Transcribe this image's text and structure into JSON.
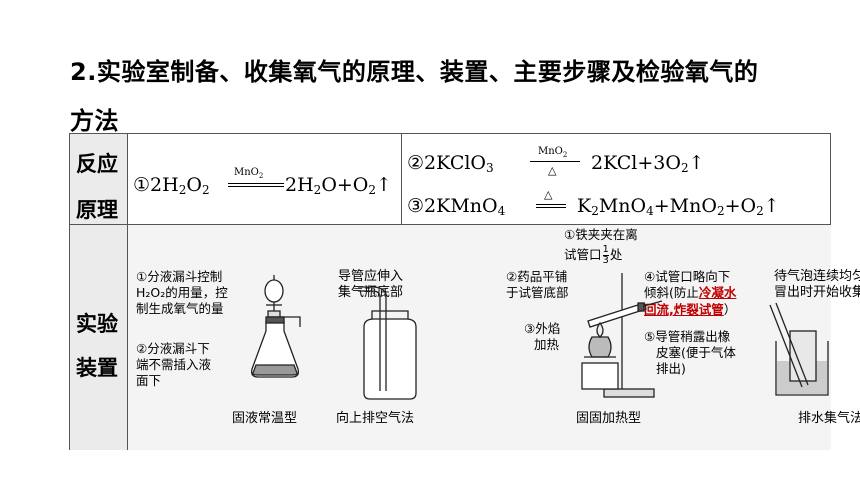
{
  "title": {
    "line1": "2.实验室制备、收集氧气的原理、装置、主要步骤及检验氧气的",
    "line2": "方法"
  },
  "row_principle": {
    "header_top": "反应",
    "header_bottom": "原理",
    "eq1": {
      "circle": "①",
      "reactant": "2H",
      "reactant_sub1": "2",
      "reactant_mid": "O",
      "reactant_sub2": "2",
      "catalyst": "MnO",
      "catalyst_sub": "2",
      "product_a": "2H",
      "product_a_sub": "2",
      "product_a_end": "O+O",
      "product_a_sub2": "2",
      "arrow": "↑"
    },
    "eq2": {
      "circle": "②",
      "reactant": "2KClO",
      "reactant_sub": "3",
      "catalyst": "MnO",
      "catalyst_sub": "2",
      "heat": "△",
      "product": "2KCl+3O",
      "product_sub": "2",
      "arrow": "↑"
    },
    "eq3": {
      "circle": "③",
      "reactant": "2KMnO",
      "reactant_sub": "4",
      "heat": "△",
      "p1": "K",
      "p1_sub": "2",
      "p2": "MnO",
      "p2_sub": "4",
      "p3": "+MnO",
      "p3_sub": "2",
      "p4": "+O",
      "p4_sub": "2",
      "arrow": "↑"
    }
  },
  "row_apparatus": {
    "header_top": "实验",
    "header_bottom": "装置",
    "app1": {
      "label1": [
        "①分液漏斗控制",
        "H₂O₂的用量，控",
        "制生成氧气的量"
      ],
      "label2": [
        "②分液漏斗下",
        "端不需插入液",
        "面下"
      ],
      "caption": "固液常温型"
    },
    "app2": {
      "label": [
        "导管应伸入",
        "集气瓶底部"
      ],
      "caption": "向上排空气法"
    },
    "app3": {
      "label_top_1": "①铁夹夹在离",
      "label_top_2a": "试管口",
      "frac_num": "1",
      "frac_den": "3",
      "label_top_2b": "处",
      "label_left": [
        "②药品平铺",
        "于试管底部"
      ],
      "label_heat": [
        "③外焰",
        "加热"
      ],
      "label_right_1": "④试管口略向下",
      "label_right_2a": "倾斜(防止",
      "label_right_2b": "冷凝水",
      "label_right_3a": "回流,炸裂试管",
      "label_right_3b": "）",
      "label_tube": [
        "⑤导管稍露出橡",
        "皮塞(便于气体",
        "排出)"
      ],
      "caption": "固固加热型"
    },
    "app4": {
      "label": [
        "待气泡连续均匀",
        "冒出时开始收集"
      ],
      "caption": "排水集气法"
    }
  }
}
